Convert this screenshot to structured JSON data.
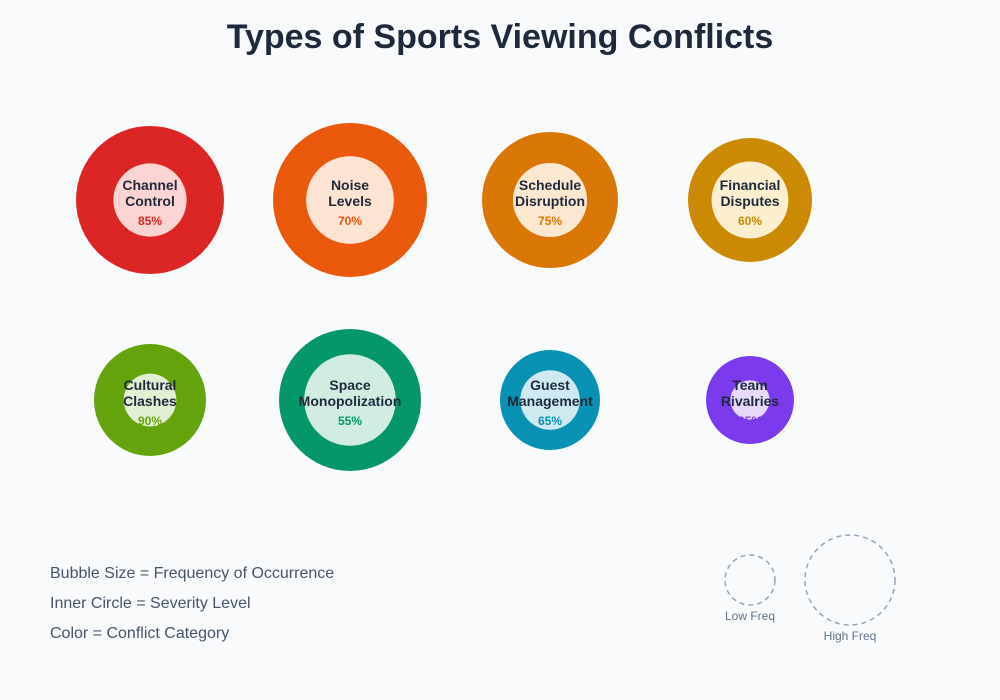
{
  "title": "Types of Sports Viewing Conflicts",
  "bubbles": [
    {
      "line1": "Channel",
      "line2": "Control",
      "severity_label": "85%",
      "severity": 85,
      "frequency": 0.74,
      "color": "#dc2626",
      "inner": "#fcd4d4"
    },
    {
      "line1": "Noise",
      "line2": "Levels",
      "severity_label": "70%",
      "severity": 70,
      "frequency": 0.77,
      "color": "#ea580c",
      "inner": "#fde3d2"
    },
    {
      "line1": "Schedule",
      "line2": "Disruption",
      "severity_label": "75%",
      "severity": 75,
      "frequency": 0.68,
      "color": "#d97706",
      "inner": "#fce8d1"
    },
    {
      "line1": "Financial",
      "line2": "Disputes",
      "severity_label": "60%",
      "severity": 60,
      "frequency": 0.62,
      "color": "#ca8a04",
      "inner": "#fbefcf"
    },
    {
      "line1": "Cultural",
      "line2": "Clashes",
      "severity_label": "90%",
      "severity": 90,
      "frequency": 0.56,
      "color": "#65a30d",
      "inner": "#e2efd3"
    },
    {
      "line1": "Space",
      "line2": "Monopolization",
      "severity_label": "55%",
      "severity": 55,
      "frequency": 0.71,
      "color": "#059669",
      "inner": "#d1ede2"
    },
    {
      "line1": "Guest",
      "line2": "Management",
      "severity_label": "65%",
      "severity": 65,
      "frequency": 0.5,
      "color": "#0891b2",
      "inner": "#cfe9f1"
    },
    {
      "line1": "Team",
      "line2": "Rivalries",
      "severity_label": "95%",
      "severity": 95,
      "frequency": 0.44,
      "color": "#7c3aed",
      "inner": "#e6d9fb"
    }
  ],
  "legend": {
    "size": "Bubble Size = Frequency of Occurrence",
    "inner": "Inner Circle = Severity Level",
    "color": "Color = Conflict Category"
  },
  "size_key": {
    "low": "Low Freq",
    "high": "High Freq",
    "stroke_color": "#94a3b8"
  }
}
